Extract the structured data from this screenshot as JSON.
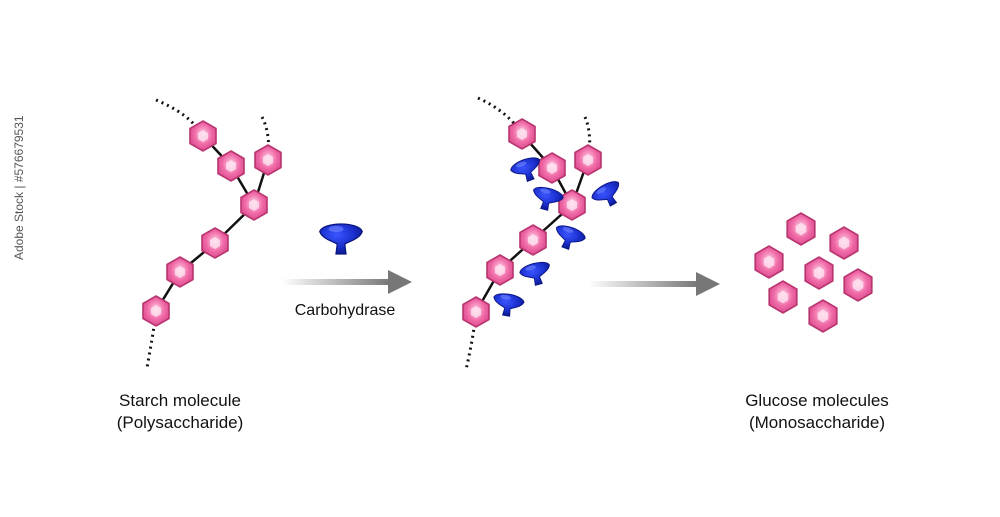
{
  "captions": {
    "starch_line1": "Starch molecule",
    "starch_line2": "(Polysaccharide)",
    "enzyme": "Carbohydrase",
    "glucose_line1": "Glucose molecules",
    "glucose_line2": "(Monosaccharide)"
  },
  "watermark": "Adobe Stock | #576679531",
  "colors": {
    "glucose_fill": "#f06ba8",
    "glucose_stroke": "#b8356f",
    "enzyme_fill": "#1a2ecc",
    "arrow": "#8a8a8a",
    "bond": "#111111"
  },
  "icons": {
    "monomer": "hexagon-icon",
    "enzyme": "enzyme-icon",
    "arrow": "arrow-right-icon"
  }
}
